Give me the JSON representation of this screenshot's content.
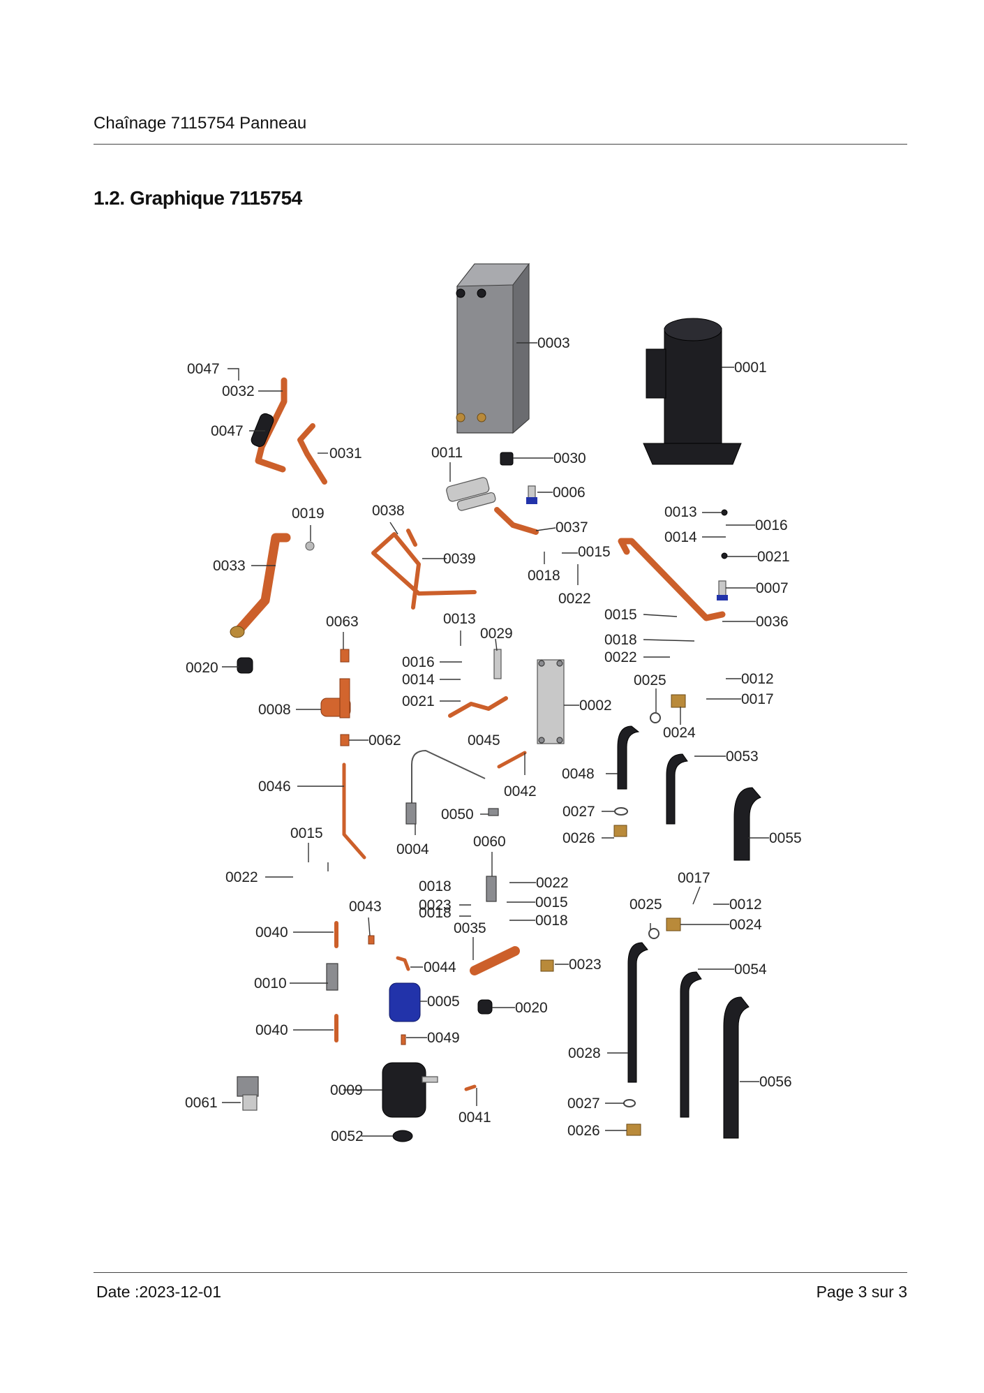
{
  "header": {
    "title": "Chaînage 7115754 Panneau"
  },
  "section": {
    "title": "1.2. Graphique 7115754"
  },
  "footer": {
    "date": "Date :2023-12-01",
    "page": "Page 3 sur  3"
  },
  "diagram": {
    "labels": [
      "0047",
      "0032",
      "0047",
      "0031",
      "0003",
      "0001",
      "0011",
      "0030",
      "0006",
      "0019",
      "0038",
      "0037",
      "0013",
      "0016",
      "0039",
      "0014",
      "0021",
      "0033",
      "0015",
      "0018",
      "0022",
      "0007",
      "0015",
      "0036",
      "0063",
      "0013",
      "0029",
      "0018",
      "0020",
      "0016",
      "0022",
      "0014",
      "0025",
      "0012",
      "0021",
      "0002",
      "0017",
      "0008",
      "0024",
      "0045",
      "0062",
      "0053",
      "0042",
      "0048",
      "0046",
      "0027",
      "0050",
      "0055",
      "0026",
      "0015",
      "0004",
      "0060",
      "0022",
      "0022",
      "0018",
      "0017",
      "0015",
      "0018",
      "0025",
      "0012",
      "0043",
      "0023",
      "0018",
      "0024",
      "0040",
      "0035",
      "0044",
      "0023",
      "0054",
      "0010",
      "0005",
      "0020",
      "0040",
      "0049",
      "0028",
      "0056",
      "0009",
      "0061",
      "0027",
      "0041",
      "0026",
      "0052"
    ],
    "colors": {
      "copper": "#d2652e",
      "black": "#1e1e22",
      "grey": "#8b8c90",
      "blue": "#2233aa"
    }
  }
}
